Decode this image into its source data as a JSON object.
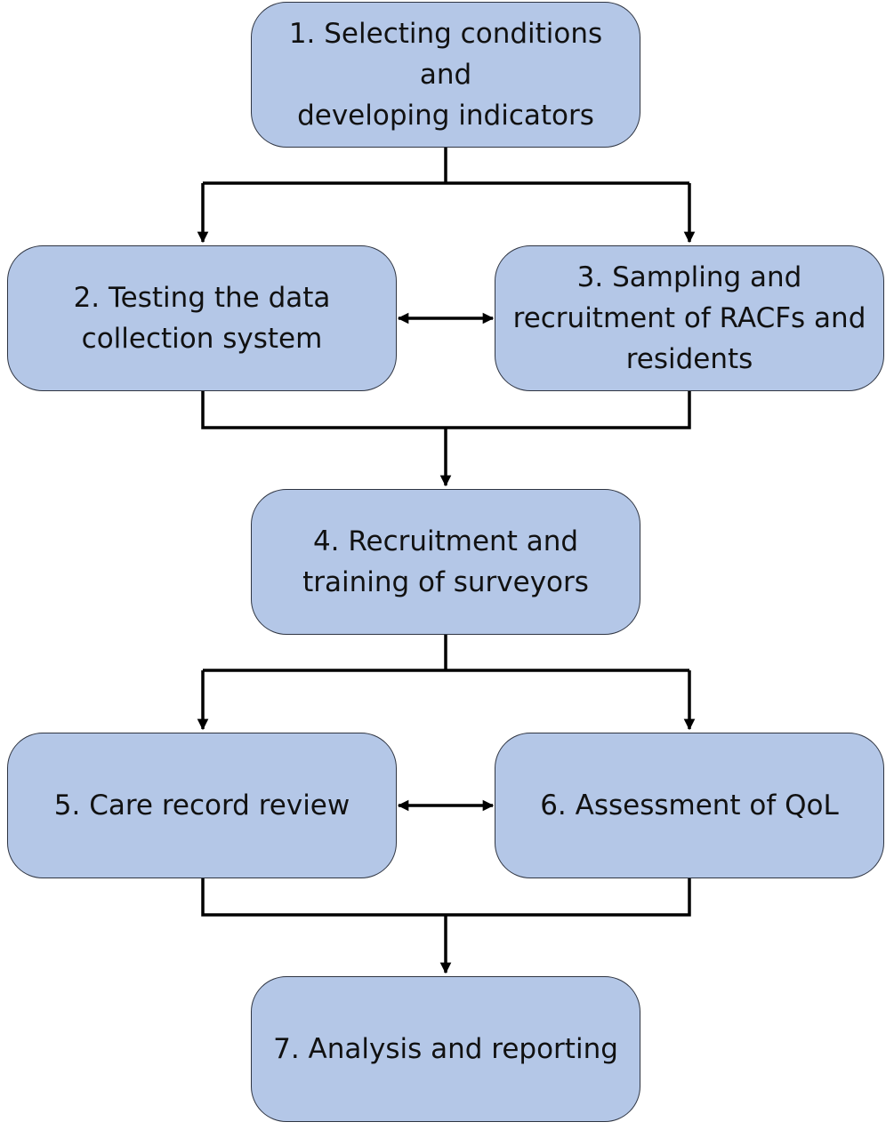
{
  "steps": [
    {
      "id": 1,
      "lines": [
        "1. Selecting conditions and",
        "developing indicators"
      ]
    },
    {
      "id": 2,
      "lines": [
        "2. Testing the data",
        "collection system"
      ]
    },
    {
      "id": 3,
      "lines": [
        "3. Sampling and",
        "recruitment of RACFs and",
        "residents"
      ]
    },
    {
      "id": 4,
      "lines": [
        "4. Recruitment and",
        "training of surveyors"
      ]
    },
    {
      "id": 5,
      "lines": [
        "5. Care record review"
      ]
    },
    {
      "id": 6,
      "lines": [
        "6. Assessment of QoL"
      ]
    },
    {
      "id": 7,
      "lines": [
        "7. Analysis and reporting"
      ]
    }
  ],
  "style": {
    "box_fill": "#b4c7e7",
    "box_border": "#2f3542",
    "arrow_color": "#000000"
  }
}
